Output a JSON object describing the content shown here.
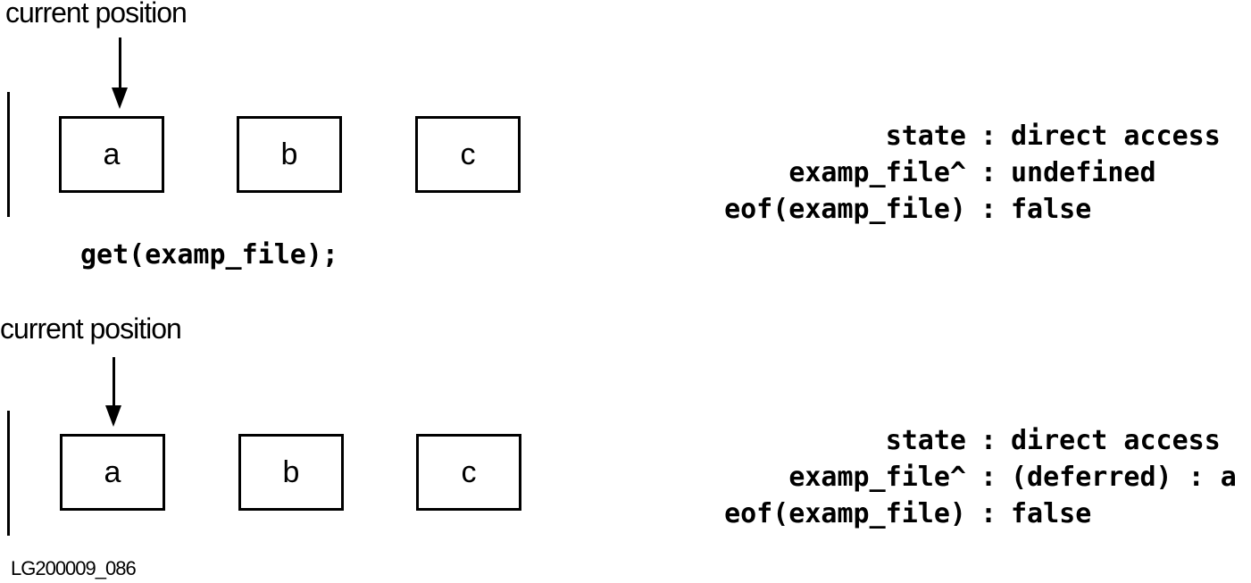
{
  "panel_before": {
    "pointer_label": "current position",
    "records": [
      "a",
      "b",
      "c"
    ],
    "state": [
      {
        "key": "state",
        "value": "direct access"
      },
      {
        "key": "examp_file^",
        "value": "undefined"
      },
      {
        "key": "eof(examp_file)",
        "value": "false"
      }
    ]
  },
  "operation": "get(examp_file);",
  "panel_after": {
    "pointer_label": "current position",
    "records": [
      "a",
      "b",
      "c"
    ],
    "state": [
      {
        "key": "state",
        "value": "direct access"
      },
      {
        "key": "examp_file^",
        "value": "(deferred) : a"
      },
      {
        "key": "eof(examp_file)",
        "value": "false"
      }
    ]
  },
  "figure_id": "LG200009_086"
}
